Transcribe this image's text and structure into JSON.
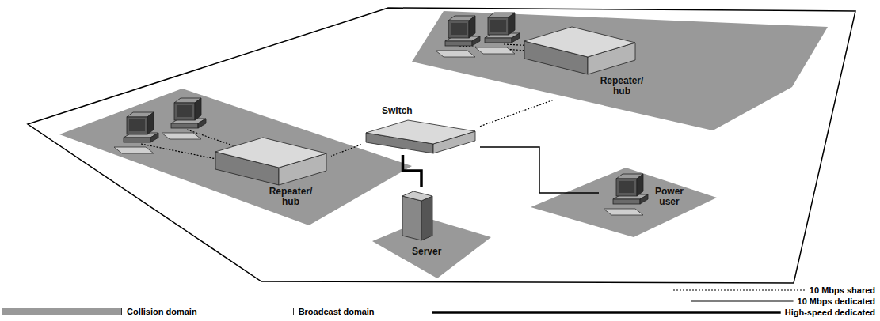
{
  "diagram": {
    "nodes": [
      {
        "text": [
          "Switch"
        ]
      },
      {
        "text": [
          "Repeater/ hub"
        ]
      },
      {
        "text": [
          "Repeater/ hub"
        ]
      },
      {
        "text": [
          "Server"
        ]
      },
      {
        "text": [
          "Power user"
        ]
      }
    ],
    "edges": [
      {
        "from": 0,
        "to": 1,
        "arrow": "none"
      },
      {
        "from": 0,
        "to": 2,
        "arrow": "none"
      },
      {
        "from": 0,
        "to": 3,
        "arrow": "none"
      },
      {
        "from": 0,
        "to": 4,
        "arrow": "none"
      }
    ],
    "legend": [
      {
        "text": "10 Mbps shared"
      },
      {
        "text": "10 Mbps dedicated"
      },
      {
        "text": "Collision domain",
        "color": "#999999"
      },
      {
        "text": "Broadcast domain",
        "color": "#ffffff"
      },
      {
        "text": "High-speed dedicated"
      }
    ]
  }
}
